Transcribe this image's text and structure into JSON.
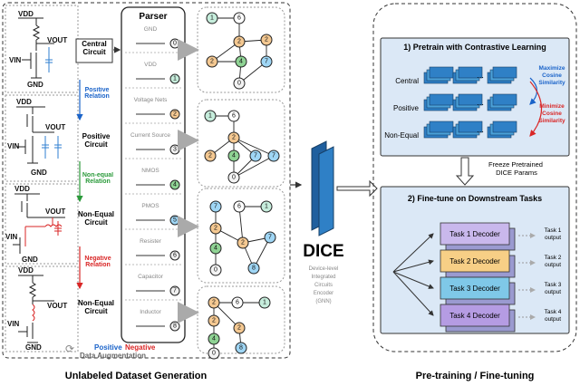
{
  "left": {
    "caption": "Unlabeled Dataset Generation",
    "circuits": [
      {
        "vdd": "VDD",
        "vin": "VIN",
        "vout": "VOUT",
        "gnd": "GND",
        "label": "Central Circuit"
      },
      {
        "vdd": "VDD",
        "vin": "VIN",
        "vout": "VOUT",
        "gnd": "GND",
        "label": "Positive Circuit"
      },
      {
        "vdd": "VDD",
        "vin": "VIN",
        "vout": "VOUT",
        "gnd": "GND",
        "label": "Non-Equal Circuit"
      },
      {
        "vdd": "VDD",
        "vin": "VIN",
        "vout": "VOUT",
        "gnd": "GND",
        "label": "Non-Equal Circuit"
      }
    ],
    "relations": [
      "Positive Relation",
      "Non-equal Relation",
      "Negative Relation"
    ],
    "augmentation": {
      "positive": "Positive",
      "negative": "Negative",
      "label": "Data Augmentation"
    },
    "parser": {
      "title": "Parser",
      "items": [
        {
          "label": "GND",
          "index": "0"
        },
        {
          "label": "VDD",
          "index": "1"
        },
        {
          "label": "Voltage Nets",
          "index": "2"
        },
        {
          "label": "Current Source",
          "index": "3"
        },
        {
          "label": "NMOS",
          "index": "4"
        },
        {
          "label": "PMOS",
          "index": "5"
        },
        {
          "label": "Resister",
          "index": "6"
        },
        {
          "label": "Capacitor",
          "index": "7"
        },
        {
          "label": "Inductor",
          "index": "8"
        }
      ]
    }
  },
  "dice": {
    "title": "DICE",
    "sub": [
      "Device-level",
      "Integrated",
      "Circuits",
      "Encoder",
      "(GNN)"
    ]
  },
  "right": {
    "caption": "Pre-training / Fine-tuning",
    "pretrain": {
      "title": "1) Pretrain with Contrastive Learning",
      "rows": [
        "Central",
        "Positive",
        "Non-Equal"
      ],
      "maximize": "Maximize Cosine Similarity",
      "minimize": "Minimize Cosine Similarity"
    },
    "freeze": "Freeze Pretrained DICE Params",
    "finetune": {
      "title": "2) Fine-tune on Downstream Tasks",
      "decoders": [
        "Task 1 Decoder",
        "Task 2 Decoder",
        "Task 3 Decoder",
        "Task 4 Decoder"
      ],
      "outputs": [
        "Task 1 output",
        "Task 2 output",
        "Task 3 output",
        "Task 4 output"
      ],
      "decoder_colors": [
        "#c9b8ec",
        "#f7cf86",
        "#7fc8e8",
        "#b59ce3"
      ]
    }
  },
  "colors": {
    "node_gnd": "#f3f3f3",
    "node_vdd": "#c6eddc",
    "node_net": "#f4c891",
    "node_nmos": "#8fd394",
    "node_pmos": "#9fd6f5",
    "blue_block": "#2f80c6",
    "relation_positive": "#1a63c9",
    "relation_nonequal": "#2a9a3a",
    "relation_negative": "#d92626"
  }
}
